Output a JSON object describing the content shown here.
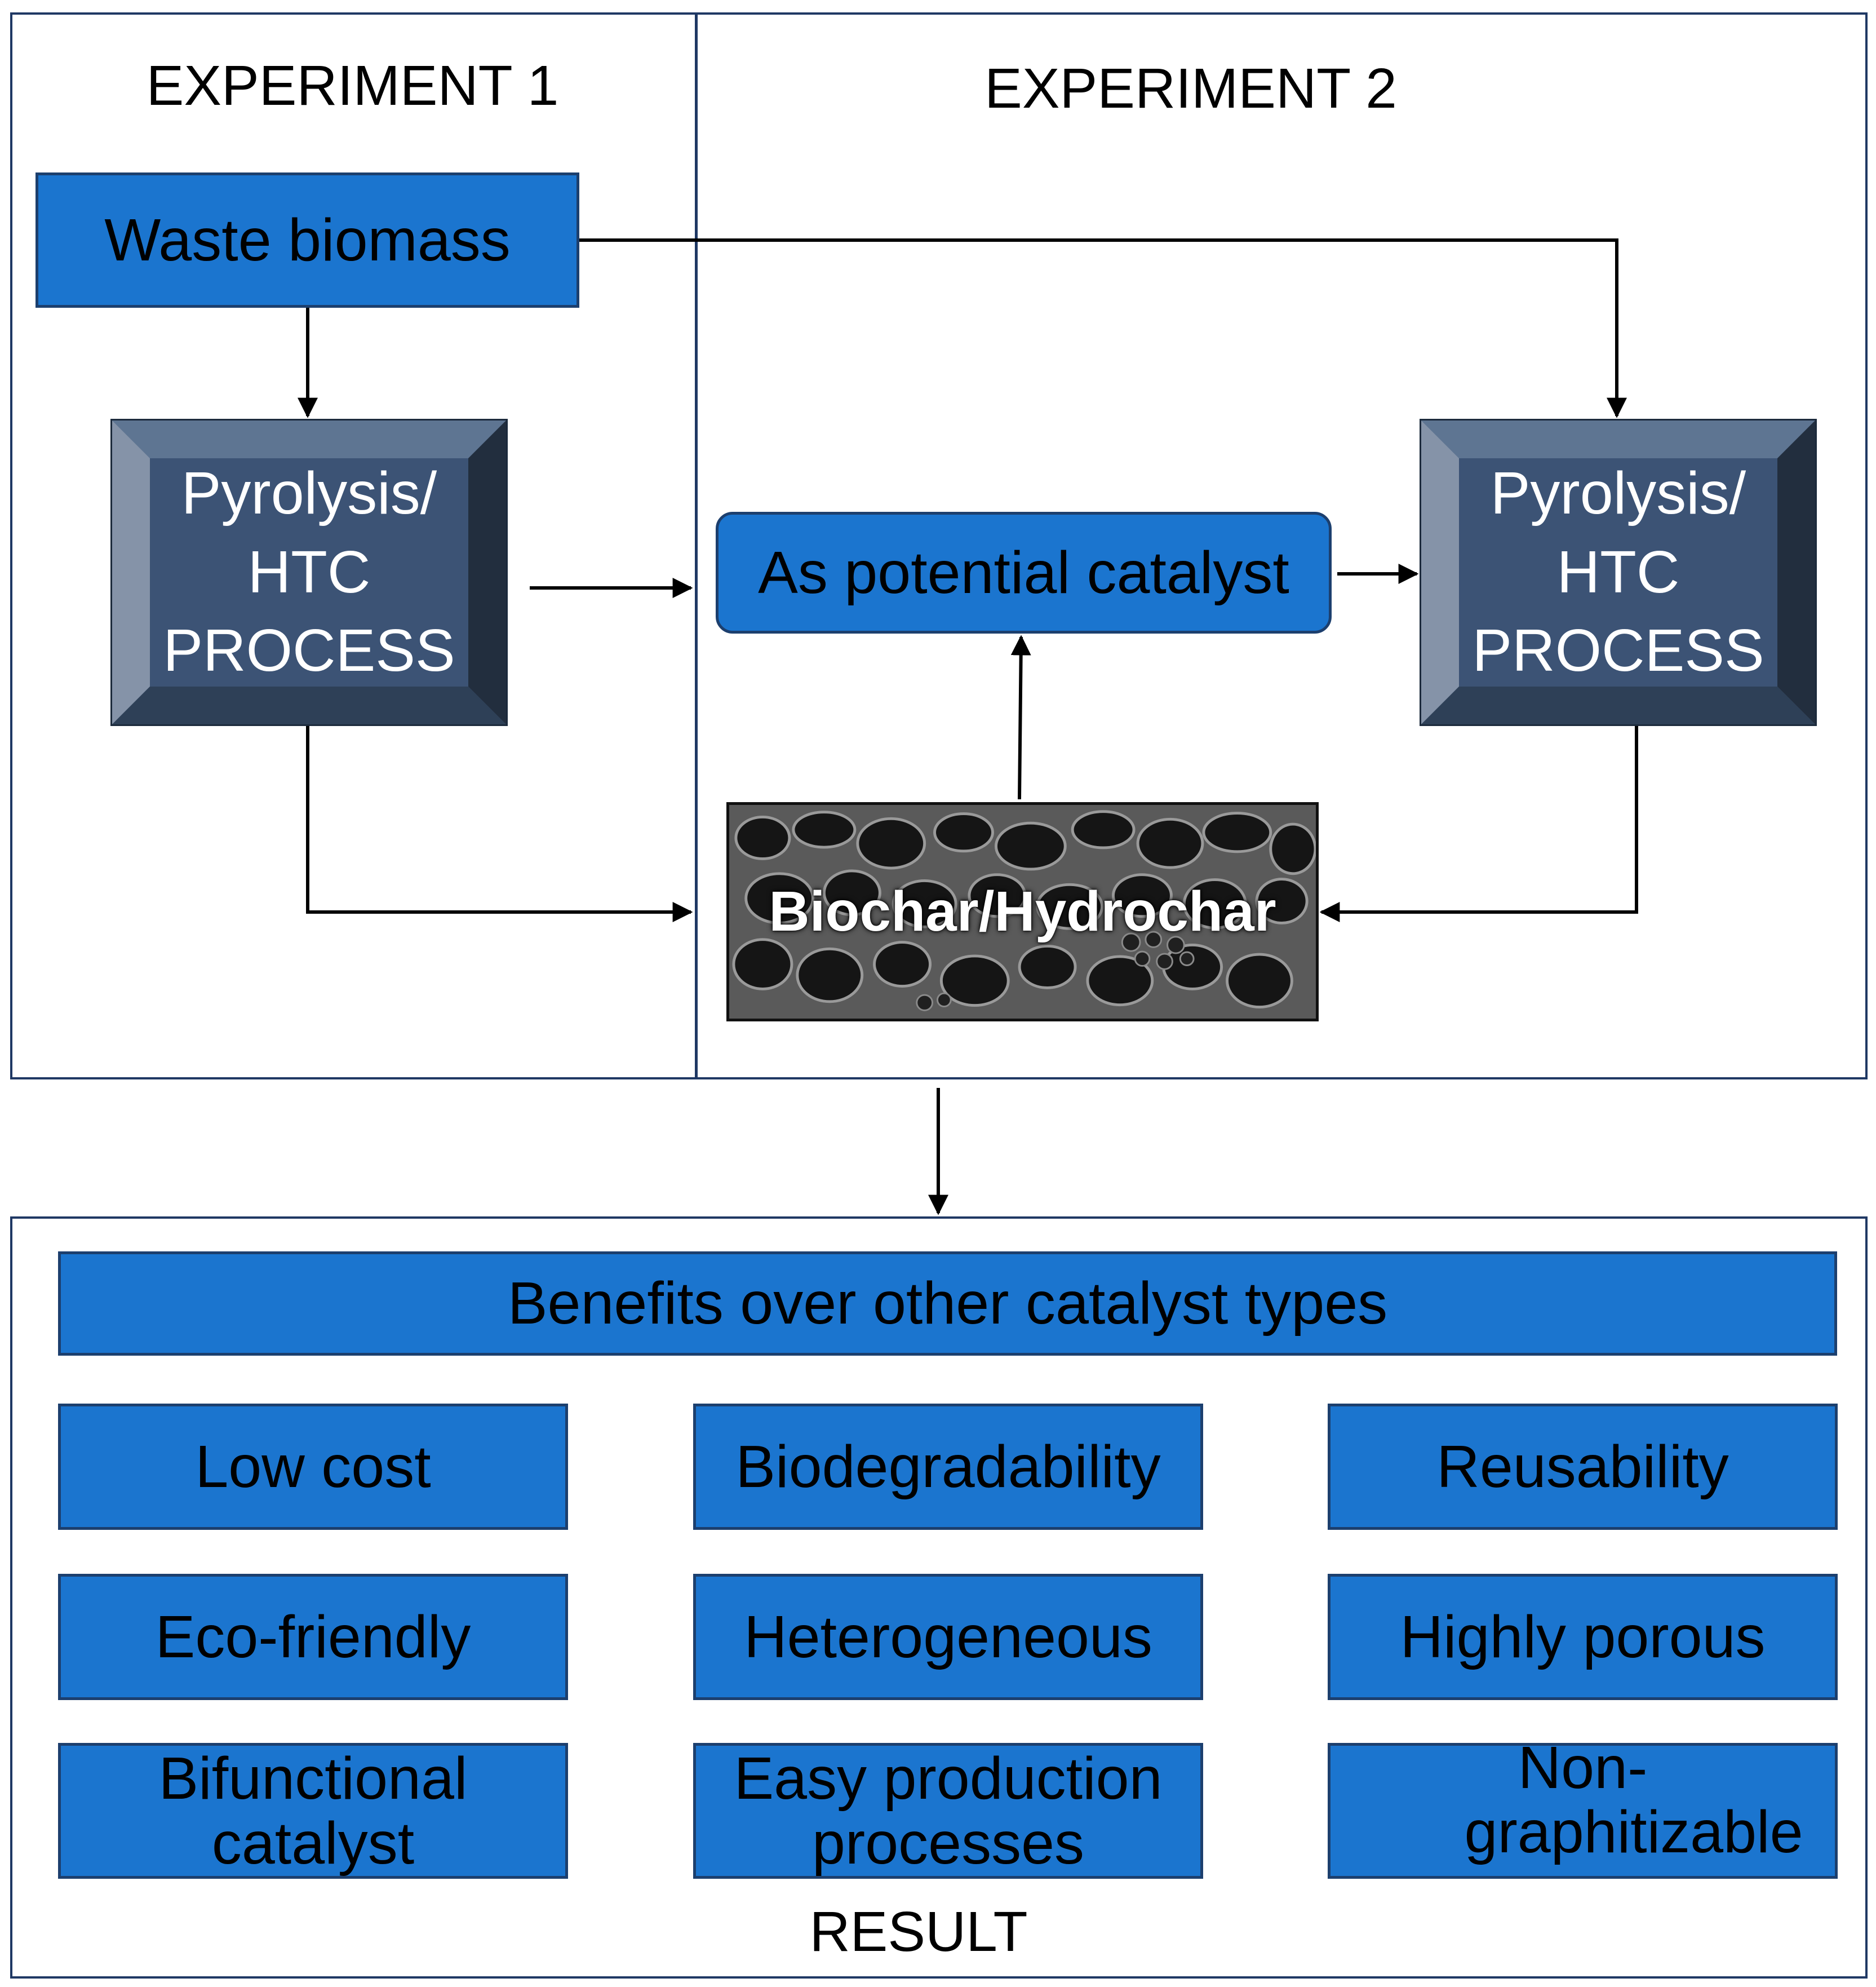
{
  "experiment1": {
    "heading": "EXPERIMENT 1",
    "source": "Waste biomass",
    "process": [
      "Pyrolysis/",
      "HTC",
      "PROCESS"
    ]
  },
  "experiment2": {
    "heading": "EXPERIMENT 2",
    "catalyst": "As potential catalyst",
    "process": [
      "Pyrolysis/",
      "HTC",
      "PROCESS"
    ]
  },
  "product": "Biochar/Hydrochar",
  "result": {
    "title": "Benefits over other catalyst types",
    "benefits": [
      "Low cost",
      "Biodegradability",
      "Reusability",
      "Eco-friendly",
      "Heterogeneous",
      "Highly porous",
      "Bifunctional catalyst",
      "Easy production processes",
      "Non-graphitizable"
    ],
    "label": "RESULT"
  },
  "colors": {
    "box_fill": "#1b75cf",
    "box_border": "#1c3f6e",
    "process_fill": "#3c5375",
    "panel_border": "#1f3864"
  }
}
